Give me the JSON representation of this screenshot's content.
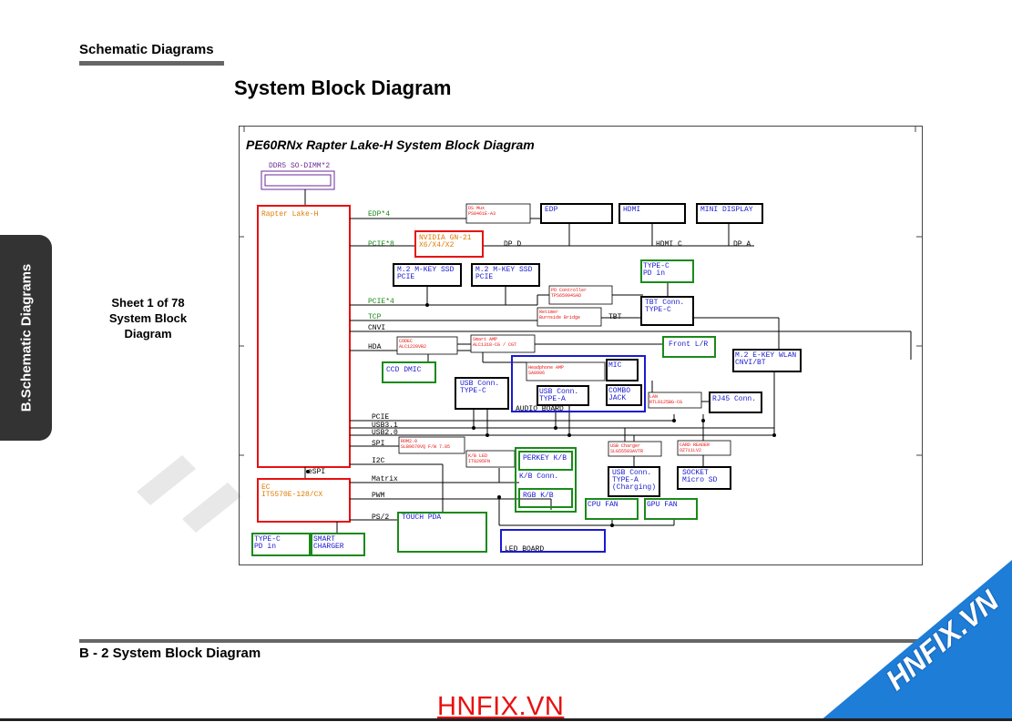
{
  "header": {
    "section": "Schematic  Diagrams",
    "page_title": "System Block Diagram"
  },
  "side_tab": {
    "label": "B.Schematic Diagrams"
  },
  "sheet_info": {
    "line1": "Sheet 1 of 78",
    "line2": "System Block",
    "line3": "Diagram"
  },
  "diagram": {
    "title": "PE60RNx Rapter Lake-H System Block Diagram",
    "ddr": "DDR5  SO-DIMM*2",
    "cpu": "Rapter  Lake-H",
    "cpu_signals": [
      "EDP*4",
      "PCIE*8",
      "PCIE*4",
      "TCP",
      "CNVI",
      "HDA",
      "PCIE",
      "USB3.1",
      "USB2.0",
      "SPI",
      "I2C",
      "Matrix",
      "PWM",
      "PS/2"
    ],
    "espi": "eSPI",
    "ec_l1": "EC",
    "ec_l2": "IT5570E-128/CX",
    "gpu_l1": "NVIDIA  GN-21",
    "gpu_l2": "X6/X4/X2",
    "ds_mux_l1": "DS Mux",
    "ds_mux_l2": "PS8461E-A3",
    "edp": "EDP",
    "hdmi": "HDMI",
    "mini_dp": "MINI  DISPLAY",
    "dp_d": "DP D",
    "hdmi_c": "HDMI  C",
    "dp_a": "DP A",
    "ssd1_l1": "M.2  M-KEY SSD",
    "ssd1_l2": "PCIE",
    "ssd2_l1": "M.2  M-KEY SSD",
    "ssd2_l2": "PCIE",
    "typec_pd_l1": "TYPE-C",
    "typec_pd_l2": "PD in",
    "pd_ctrl_l1": "PD Controller",
    "pd_ctrl_l2": "TPS65994SAD",
    "tbt_l1": "TBT  Conn.",
    "tbt_l2": "TYPE-C",
    "retimer_l1": "Retimer",
    "retimer_l2": "Burnside Bridge",
    "tbt_sig": "TBT",
    "codec_l1": "CODEC",
    "codec_l2": "ALC1220VB2",
    "amp_l1": "Smart AMP",
    "amp_l2": "ALC1318-CG / CGT",
    "front_lr": "Front  L/R",
    "wlan_l1": "M.2  E-KEY WLAN",
    "wlan_l2": "CNVI/BT",
    "ccd_dmic": "CCD  DMIC",
    "hp_amp_l1": "Headphone AMP",
    "hp_amp_l2": "SA8906",
    "mic": "MIC",
    "usb_c_l1": "USB  Conn.",
    "usb_c_l2": "TYPE-C",
    "usb_a_l1": "USB  Conn.",
    "usb_a_l2": "TYPE-A",
    "combo_l1": "COMBO",
    "combo_l2": "JACK",
    "audio_board": "AUDIO  BOARD",
    "lan_l1": "LAN",
    "lan_l2": "RTL8125BG-CG",
    "rj45": "RJ45  Conn.",
    "spi_rom_l1": "ROM2.0",
    "spi_rom_l2": "SLB9670VQ F/W 7.85",
    "kb_led_l1": "K/B LED",
    "kb_led_l2": "IT8295FN",
    "perkey": "PERKEY  K/B",
    "kb_conn": "K/B  Conn.",
    "rgb_kb": "RGB  K/B",
    "usb_chg_l1": "USB Charger",
    "usb_chg_l2": "SLG55593AVTR",
    "usb_chg_conn_l1": "USB  Conn.",
    "usb_chg_conn_l2": "TYPE-A",
    "usb_chg_conn_l3": "(Charging)",
    "card_reader_l1": "CARD READER",
    "card_reader_l2": "OZ711LV2",
    "socket_l1": "SOCKET",
    "socket_l2": "Micro SD",
    "cpu_fan": "CPU  FAN",
    "gpu_fan": "GPU  FAN",
    "touch_pad": "TOUCH  PDA",
    "led_board": "LED  BOARD",
    "typec_pd2_l1": "TYPE-C",
    "typec_pd2_l2": "PD in",
    "smart_chg_l1": "SMART",
    "smart_chg_l2": "CHARGER"
  },
  "footer": {
    "label": "B - 2  System Block Diagram"
  },
  "watermark": {
    "center": "HNFIX.VN",
    "corner": "HNFIX.VN"
  },
  "colors": {
    "red": "#e8100f",
    "green": "#1a8a1a",
    "blue": "#1a1ad0",
    "orange": "#e07b00",
    "purple": "#6a2a9a",
    "black": "#000000"
  }
}
